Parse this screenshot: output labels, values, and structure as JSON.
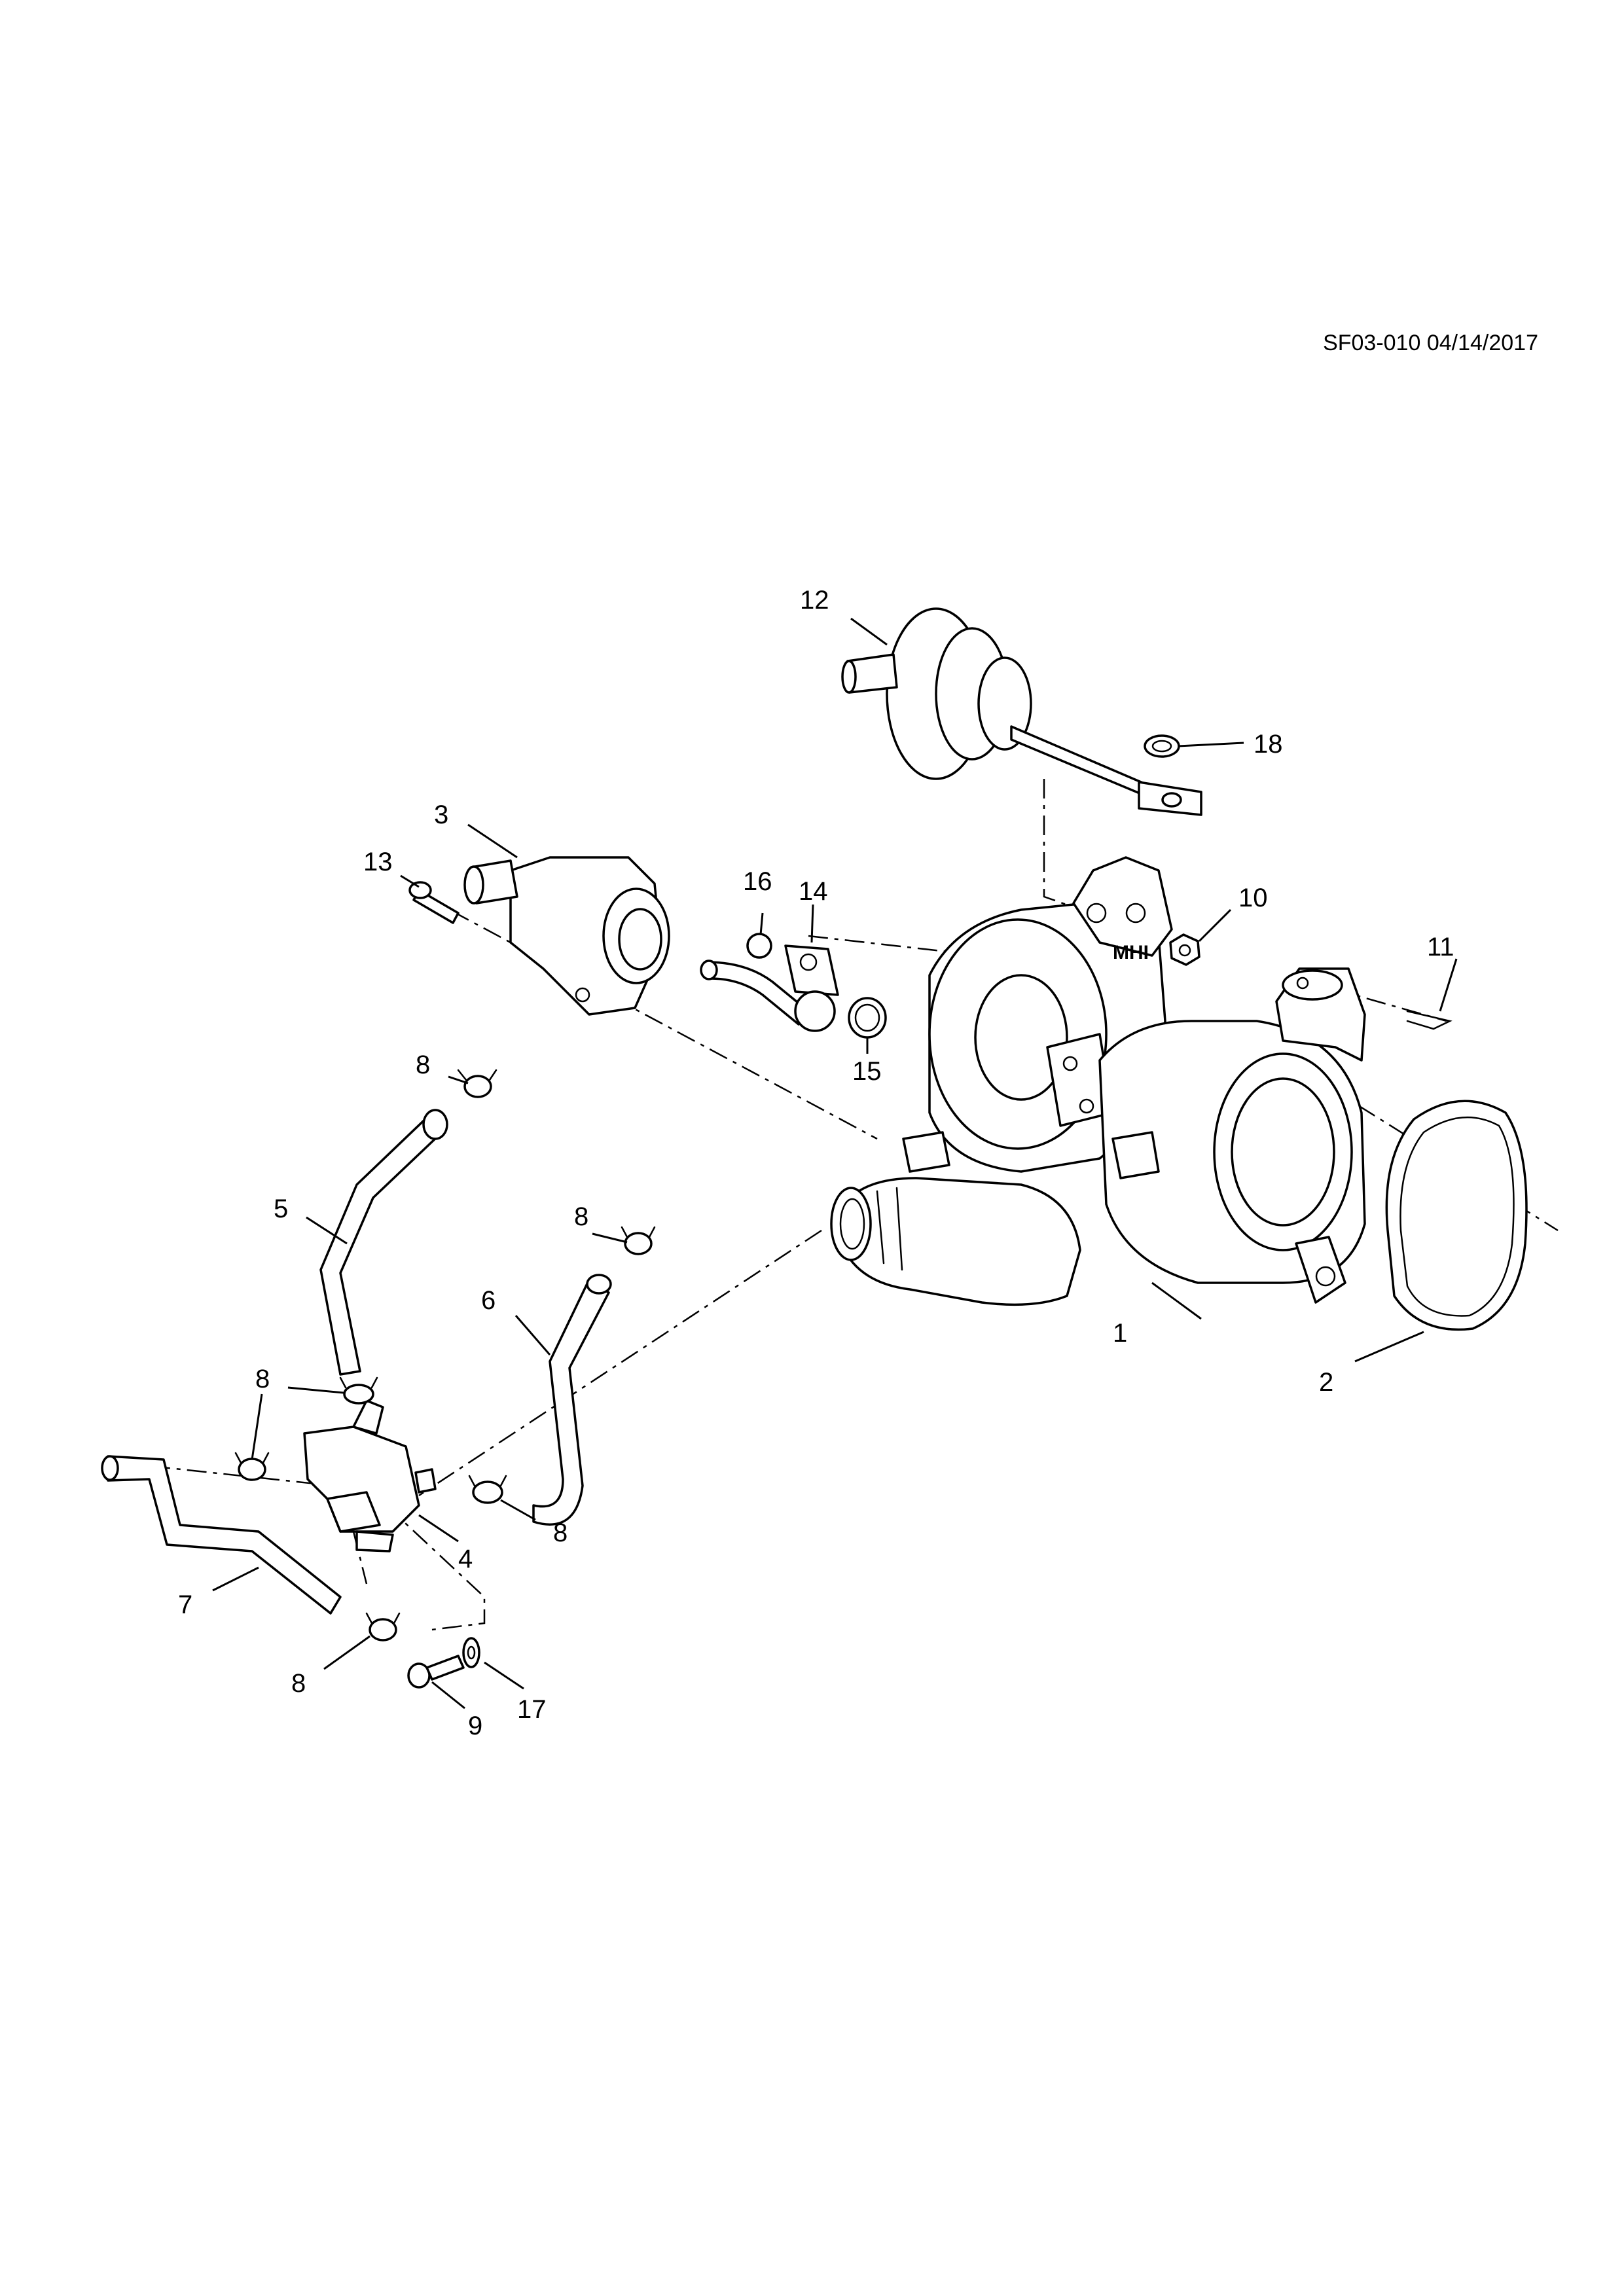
{
  "header": {
    "doc_id": "SF03-010 04/14/2017"
  },
  "diagram": {
    "logo_text": "MHI",
    "callouts": [
      {
        "id": "c1",
        "label": "1"
      },
      {
        "id": "c2",
        "label": "2"
      },
      {
        "id": "c3",
        "label": "3"
      },
      {
        "id": "c4",
        "label": "4"
      },
      {
        "id": "c5",
        "label": "5"
      },
      {
        "id": "c6",
        "label": "6"
      },
      {
        "id": "c7",
        "label": "7"
      },
      {
        "id": "c8a",
        "label": "8"
      },
      {
        "id": "c8b",
        "label": "8"
      },
      {
        "id": "c8c",
        "label": "8"
      },
      {
        "id": "c8d",
        "label": "8"
      },
      {
        "id": "c8e",
        "label": "8"
      },
      {
        "id": "c9",
        "label": "9"
      },
      {
        "id": "c10",
        "label": "10"
      },
      {
        "id": "c11",
        "label": "11"
      },
      {
        "id": "c12",
        "label": "12"
      },
      {
        "id": "c13",
        "label": "13"
      },
      {
        "id": "c14",
        "label": "14"
      },
      {
        "id": "c15",
        "label": "15"
      },
      {
        "id": "c16",
        "label": "16"
      },
      {
        "id": "c17",
        "label": "17"
      },
      {
        "id": "c18",
        "label": "18"
      }
    ]
  }
}
